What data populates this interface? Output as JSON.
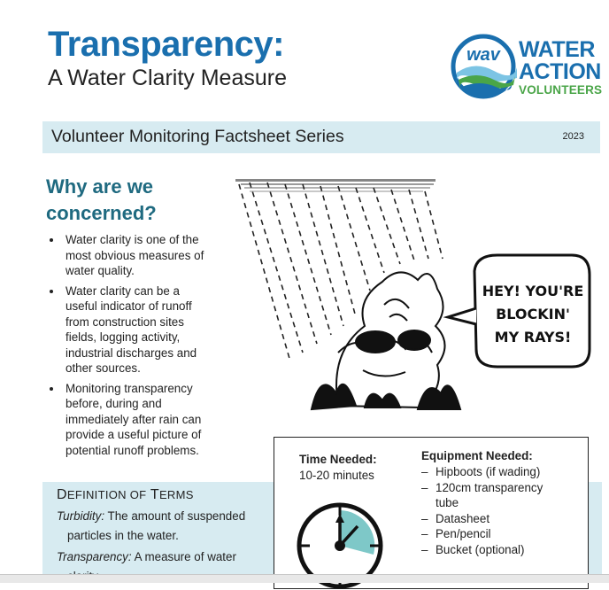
{
  "header": {
    "title": "Transparency:",
    "subtitle": "A Water Clarity Measure"
  },
  "logo": {
    "badge": "wav",
    "line1": "WATER",
    "line2": "ACTION",
    "line3": "VOLUNTEERS",
    "colors": {
      "blue": "#1a6fae",
      "green": "#4aa548",
      "light_blue": "#7cc4e4"
    }
  },
  "series": {
    "title": "Volunteer Monitoring Factsheet Series",
    "year": "2023"
  },
  "why": {
    "heading_line1": "Why are we",
    "heading_line2": "concerned?",
    "bullets": [
      {
        "lines": [
          "Water clarity is one of the",
          "most obvious measures of",
          "water quality."
        ]
      },
      {
        "lines": [
          "Water clarity can be a",
          "useful indicator of runoff",
          "from construction sites",
          "fields, logging activity,",
          "industrial discharges and",
          "other sources."
        ]
      },
      {
        "lines": [
          "Monitoring transparency",
          "before, during and",
          "immediately after rain can",
          "provide a useful picture of",
          "potential runoff problems."
        ]
      }
    ]
  },
  "cartoon": {
    "speech_line1": "HEY! YOU'RE",
    "speech_line2": "BLOCKIN'",
    "speech_line3": "MY RAYS!"
  },
  "definitions": {
    "title_first": "D",
    "title_rest_1": "efinition of",
    "title_second": "T",
    "title_rest_2": "erms",
    "turbidity_term": "Turbidity:",
    "turbidity_text_1": " The amount of suspended",
    "turbidity_text_2": "particles in the water.",
    "transparency_term": "Transparency:",
    "transparency_text_1": " A measure of water",
    "transparency_text_2": "clarity."
  },
  "time_needed": {
    "heading": "Time Needed:",
    "value": "10-20 minutes",
    "clock_color": "#7ec8c8"
  },
  "equipment": {
    "heading": "Equipment Needed:",
    "items": [
      {
        "lines": [
          "Hipboots (if wading)"
        ]
      },
      {
        "lines": [
          "120cm transparency",
          "tube"
        ]
      },
      {
        "lines": [
          "Datasheet"
        ]
      },
      {
        "lines": [
          "Pen/pencil"
        ]
      },
      {
        "lines": [
          "Bucket (optional)"
        ]
      }
    ]
  }
}
